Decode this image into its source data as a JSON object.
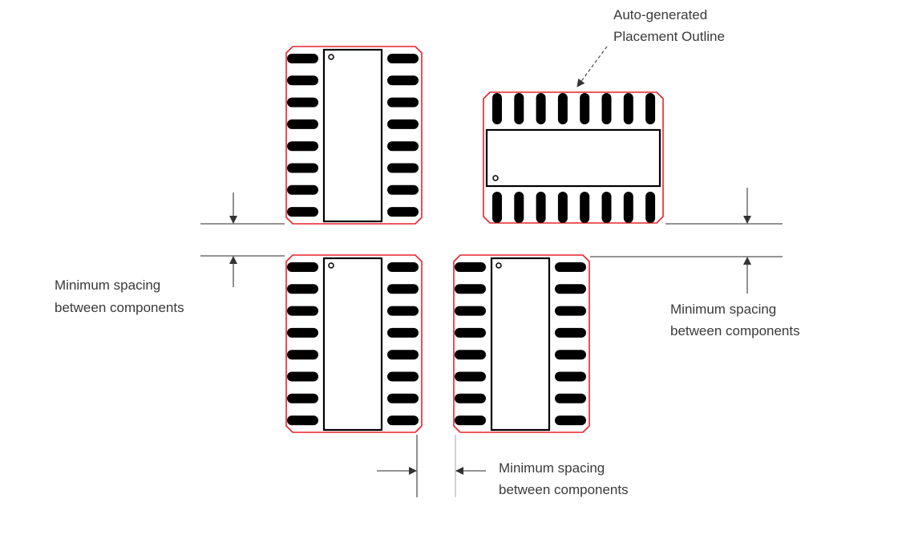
{
  "colors": {
    "outline": "#e8242a",
    "pad": "#000000",
    "line": "#555555",
    "text": "#3a3a3a"
  },
  "annotations": {
    "outline_label": [
      "Auto-generated",
      "Placement Outline"
    ],
    "spacing_left": [
      "Minimum spacing",
      "between components"
    ],
    "spacing_right": [
      "Minimum spacing",
      "between components"
    ],
    "spacing_bottom": [
      "Minimum spacing",
      "between components"
    ]
  },
  "components": [
    {
      "name": "component-top-left",
      "orientation": "vertical",
      "pins_per_side": 8
    },
    {
      "name": "component-top-right",
      "orientation": "horizontal",
      "pins_per_side": 8
    },
    {
      "name": "component-bottom-left",
      "orientation": "vertical",
      "pins_per_side": 8
    },
    {
      "name": "component-bottom-right",
      "orientation": "vertical",
      "pins_per_side": 8
    }
  ]
}
